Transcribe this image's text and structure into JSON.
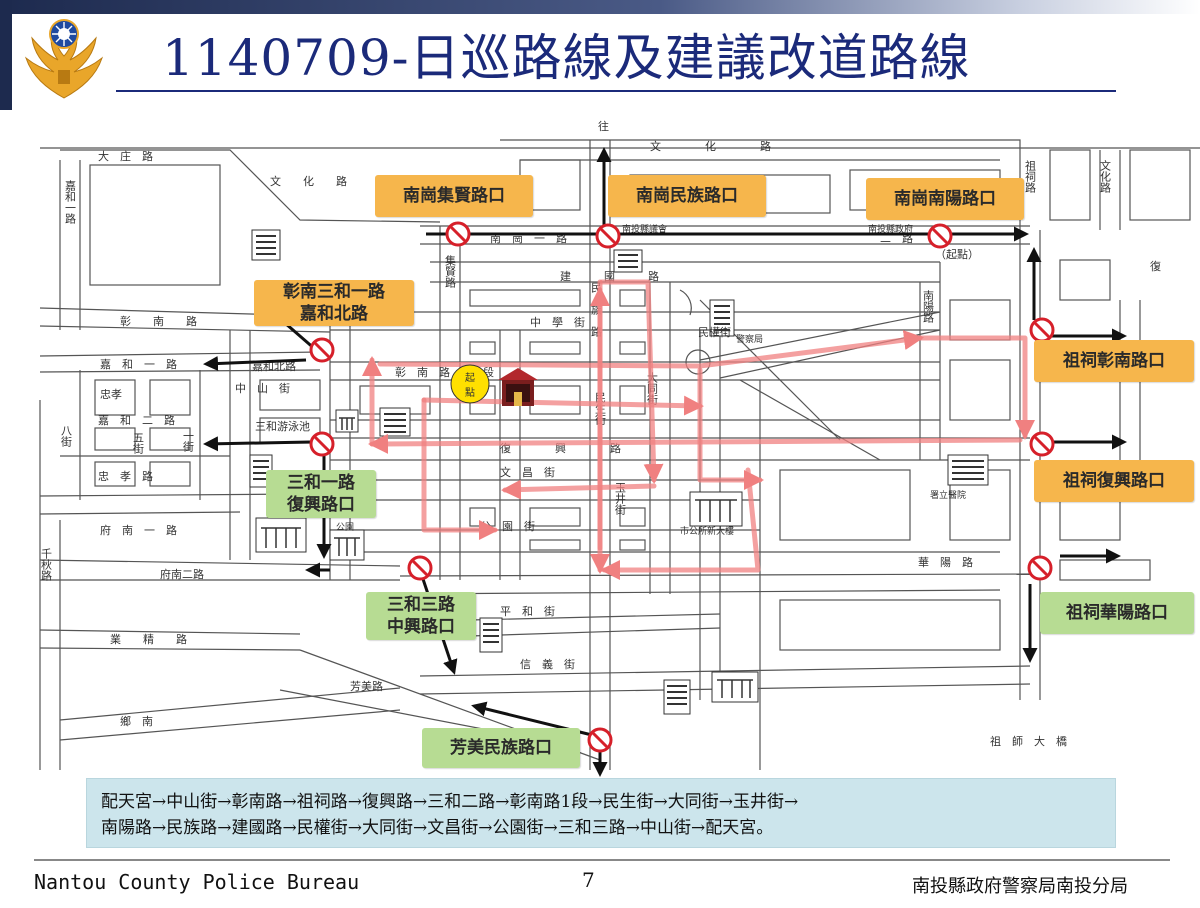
{
  "header": {
    "title": "1140709-日巡路線及建議改道路線"
  },
  "colors": {
    "title_blue": "#1b2a7a",
    "header_band": "#1d2a4e",
    "label_orange": "#f6b64c",
    "label_green": "#b7dc93",
    "patrol_route": "#f08080",
    "detour_arrow": "#111111",
    "no_entry": "#d6202a",
    "start_marker": "#ffe000",
    "route_box": "#cce5ec"
  },
  "emblem_icon": "police-emblem-icon",
  "start_point": {
    "text_top": "起",
    "text_bottom": "點"
  },
  "intersections": {
    "nangang_jixian": "南崗集賢路口",
    "nangang_minzu": "南崗民族路口",
    "nangang_nanyang": "南崗南陽路口",
    "zhangnan_sanhe_1": "彰南三和一路",
    "zhangnan_sanhe_2": "嘉和北路",
    "sanhe1_fuxing_1": "三和一路",
    "sanhe1_fuxing_2": "復興路口",
    "sanhe3_zhongxing_1": "三和三路",
    "sanhe3_zhongxing_2": "中興路口",
    "fangmei_minzu": "芳美民族路口",
    "zuci_zhangnan": "祖祠彰南路口",
    "zuci_fuxing": "祖祠復興路口",
    "zuci_huayang": "祖祠華陽路口"
  },
  "map_labels": {
    "dazhuang": "大　庄　路",
    "wenhua_w": "文　　化　　路",
    "wenhua_e": "文　　　　化　　　　路",
    "wenhua_ne": "文化路",
    "jiahe1": "嘉和一路",
    "zhangnan": "彰　　南　　路",
    "jiahe1_2": "嘉　和　一　路",
    "jiahebei": "嘉和北路",
    "zhonghsiao": "忠孝",
    "jiahe2": "嘉　和　二　路",
    "wujie": "五街",
    "bajie": "八街",
    "yijie": "一街",
    "zhongxiaolu": "忠　孝　路",
    "sanhe_pool": "三和游泳池",
    "funan1": "府　南　一　路",
    "funan2": "府南二路",
    "qianqiu": "千秋路",
    "yejing": "業　　精　　路",
    "fangmei": "芳美路",
    "xiangnan": "鄉　南",
    "nangang1": "南　崗　一　路",
    "nangang2": "二　路",
    "jian_guo": "建　　　國　　　路",
    "zhongxue": "中　學　街",
    "minquan": "民權街",
    "zhangnan_seg": "彰　南　路　一　段",
    "fuxing": "復　　　　興　　　　路",
    "wenchang": "文　昌　街",
    "yujing": "玉井街",
    "gongyuan": "公　園　街",
    "datong": "大同街",
    "nanyang": "南陽路",
    "zuci": "祖祠路",
    "huayang": "華　陽　路",
    "pinghe": "平　和　街",
    "xinyi": "信　義　街",
    "zushi_bridge": "祖　師　大　橋",
    "qi_dian": "（起點）",
    "fu": "復",
    "zhongshan": "中　山　街",
    "minsheng": "民生街",
    "minzu": "民　族　路",
    "wangjia": "往",
    "jixian": "集賢路",
    "nantou_hospital": "署立醫院",
    "county_hall": "南投縣議會",
    "county_office": "南投縣政府",
    "police_hq": "警察局",
    "gongsuo": "市公所新大樓",
    "library": "公園"
  },
  "route_box": {
    "line1": "配天宮→中山街→彰南路→祖祠路→復興路→三和二路→彰南路1段→民生街→大同街→玉井街→",
    "line2": "南陽路→民族路→建國路→民權街→大同街→文昌街→公園街→三和三路→中山街→配天宮。"
  },
  "footer": {
    "left": "Nantou County Police Bureau",
    "page": "7",
    "right": "南投縣政府警察局南投分局"
  }
}
